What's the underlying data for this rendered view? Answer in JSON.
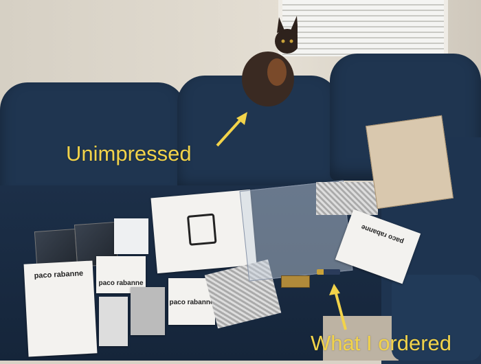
{
  "annotations": {
    "top_label": "Unimpressed",
    "bottom_label": "What I ordered",
    "color": "#f2d34a"
  },
  "brand_text": "paco rabanne",
  "colors": {
    "sofa": "#1f3550",
    "wall": "#d9d2c6"
  }
}
